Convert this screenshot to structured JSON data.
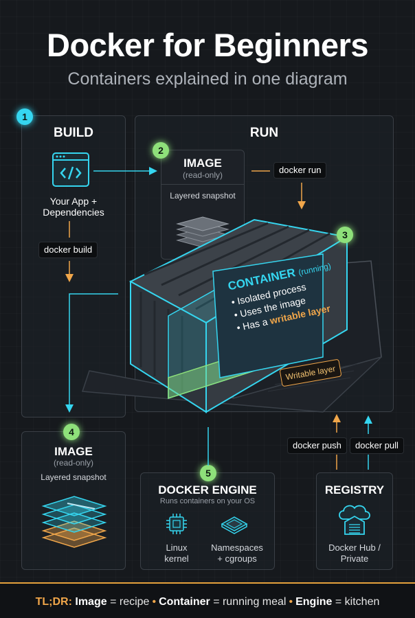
{
  "title": "Docker for Beginners",
  "subtitle": "Containers explained in one diagram",
  "colors": {
    "cyan": "#35d6f0",
    "green": "#8ee07a",
    "orange": "#f0a64a",
    "background": "#16191d"
  },
  "build": {
    "badge": "1",
    "heading": "BUILD",
    "icon": "code-window-icon",
    "label_line1": "Your App +",
    "label_line2": "Dependencies",
    "command": "docker build"
  },
  "run": {
    "heading": "RUN"
  },
  "image_top": {
    "badge": "2",
    "heading": "IMAGE",
    "sub": "(read-only)",
    "desc": "Layered snapshot",
    "command": "docker run"
  },
  "container": {
    "badge": "3",
    "heading": "CONTAINER",
    "state": "(running)",
    "bullet1": "Isolated process",
    "bullet2": "Uses the image",
    "bullet3_prefix": "Has a ",
    "bullet3_highlight": "writable layer",
    "writable_label": "Writable layer"
  },
  "image_bottom": {
    "badge": "4",
    "heading": "IMAGE",
    "sub": "(read-only)",
    "desc": "Layered snapshot"
  },
  "engine": {
    "badge": "5",
    "heading": "DOCKER ENGINE",
    "sub": "Runs containers on your OS",
    "item1_icon": "cpu-chip-icon",
    "item1_line1": "Linux",
    "item1_line2": "kernel",
    "item2_icon": "chip-icon",
    "item2_line1": "Namespaces",
    "item2_line2": "+ cgroups"
  },
  "registry": {
    "heading": "REGISTRY",
    "icon": "cloud-warehouse-icon",
    "line1": "Docker Hub /",
    "line2": "Private",
    "push": "docker push",
    "pull": "docker pull"
  },
  "footer": {
    "lead": "TL;DR:",
    "k1": "Image",
    "v1": "= recipe",
    "k2": "Container",
    "v2": "= running meal",
    "k3": "Engine",
    "v3": "= kitchen"
  }
}
